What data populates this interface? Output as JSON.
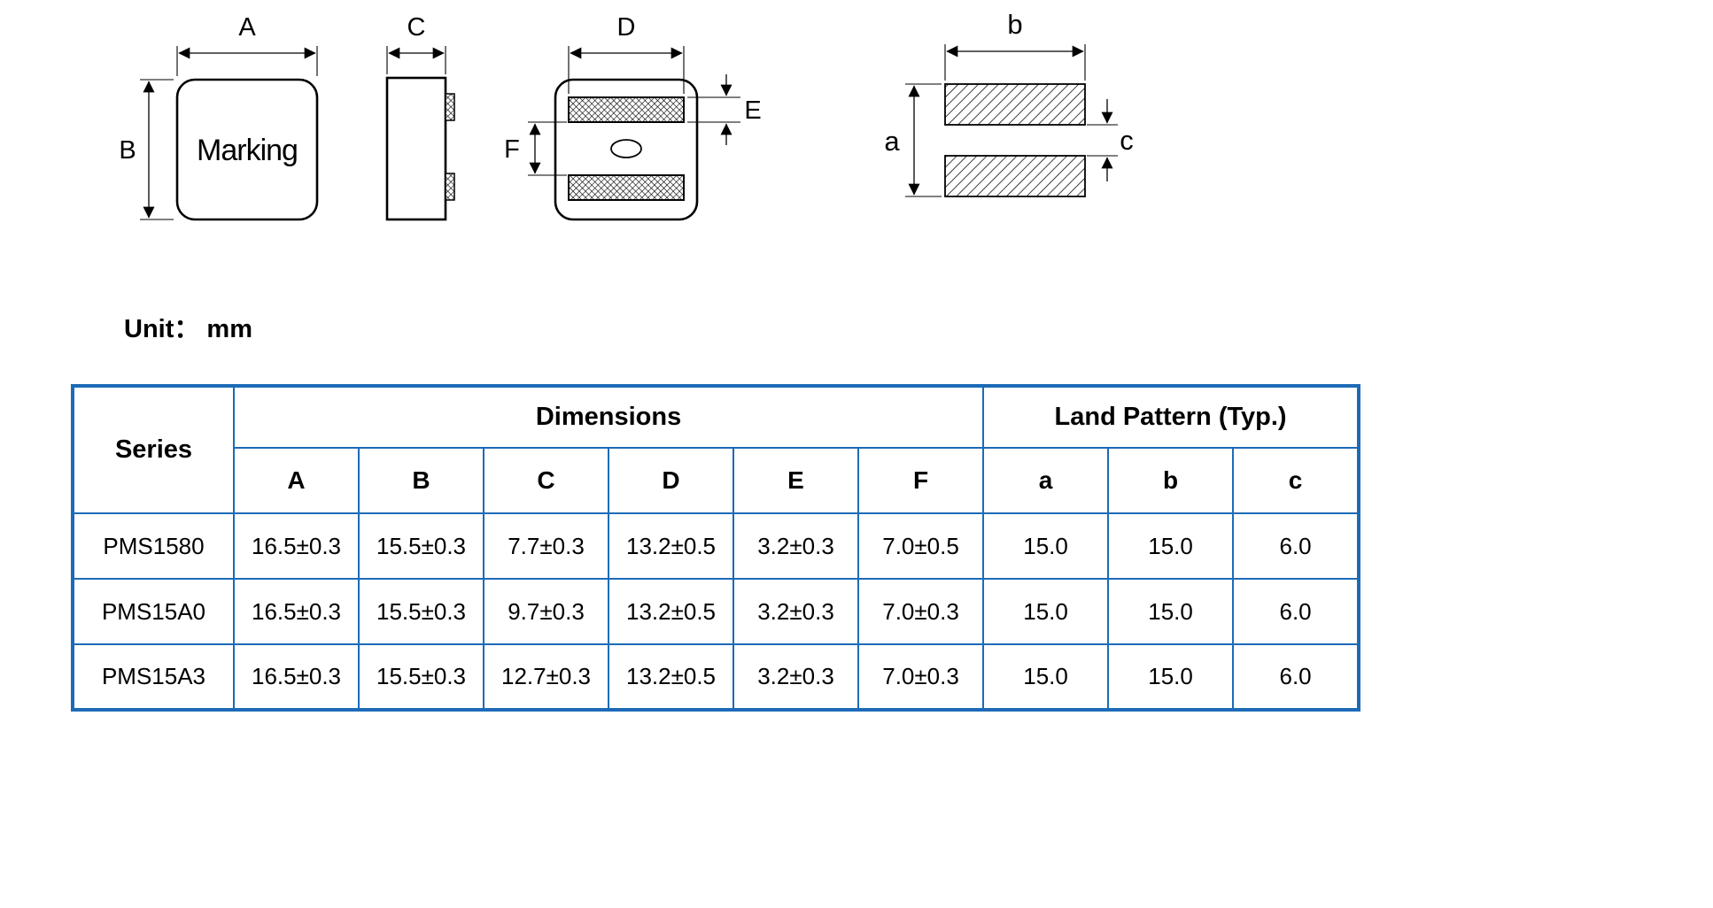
{
  "unit_label": "Unit： mm",
  "drawing": {
    "marking": "Marking",
    "labels": {
      "A": "A",
      "B": "B",
      "C": "C",
      "D": "D",
      "E": "E",
      "F": "F",
      "a": "a",
      "b": "b",
      "c": "c"
    }
  },
  "colors": {
    "table_border": "#1c6bb7",
    "line_color": "#000000"
  },
  "table": {
    "header_groups": {
      "series": "Series",
      "dimensions": "Dimensions",
      "land_pattern": "Land Pattern (Typ.)"
    },
    "columns": [
      "A",
      "B",
      "C",
      "D",
      "E",
      "F",
      "a",
      "b",
      "c"
    ],
    "rows": [
      {
        "series": "PMS1580",
        "values": [
          "16.5±0.3",
          "15.5±0.3",
          "7.7±0.3",
          "13.2±0.5",
          "3.2±0.3",
          "7.0±0.5",
          "15.0",
          "15.0",
          "6.0"
        ]
      },
      {
        "series": "PMS15A0",
        "values": [
          "16.5±0.3",
          "15.5±0.3",
          "9.7±0.3",
          "13.2±0.5",
          "3.2±0.3",
          "7.0±0.3",
          "15.0",
          "15.0",
          "6.0"
        ]
      },
      {
        "series": "PMS15A3",
        "values": [
          "16.5±0.3",
          "15.5±0.3",
          "12.7±0.3",
          "13.2±0.5",
          "3.2±0.3",
          "7.0±0.3",
          "15.0",
          "15.0",
          "6.0"
        ]
      }
    ]
  }
}
